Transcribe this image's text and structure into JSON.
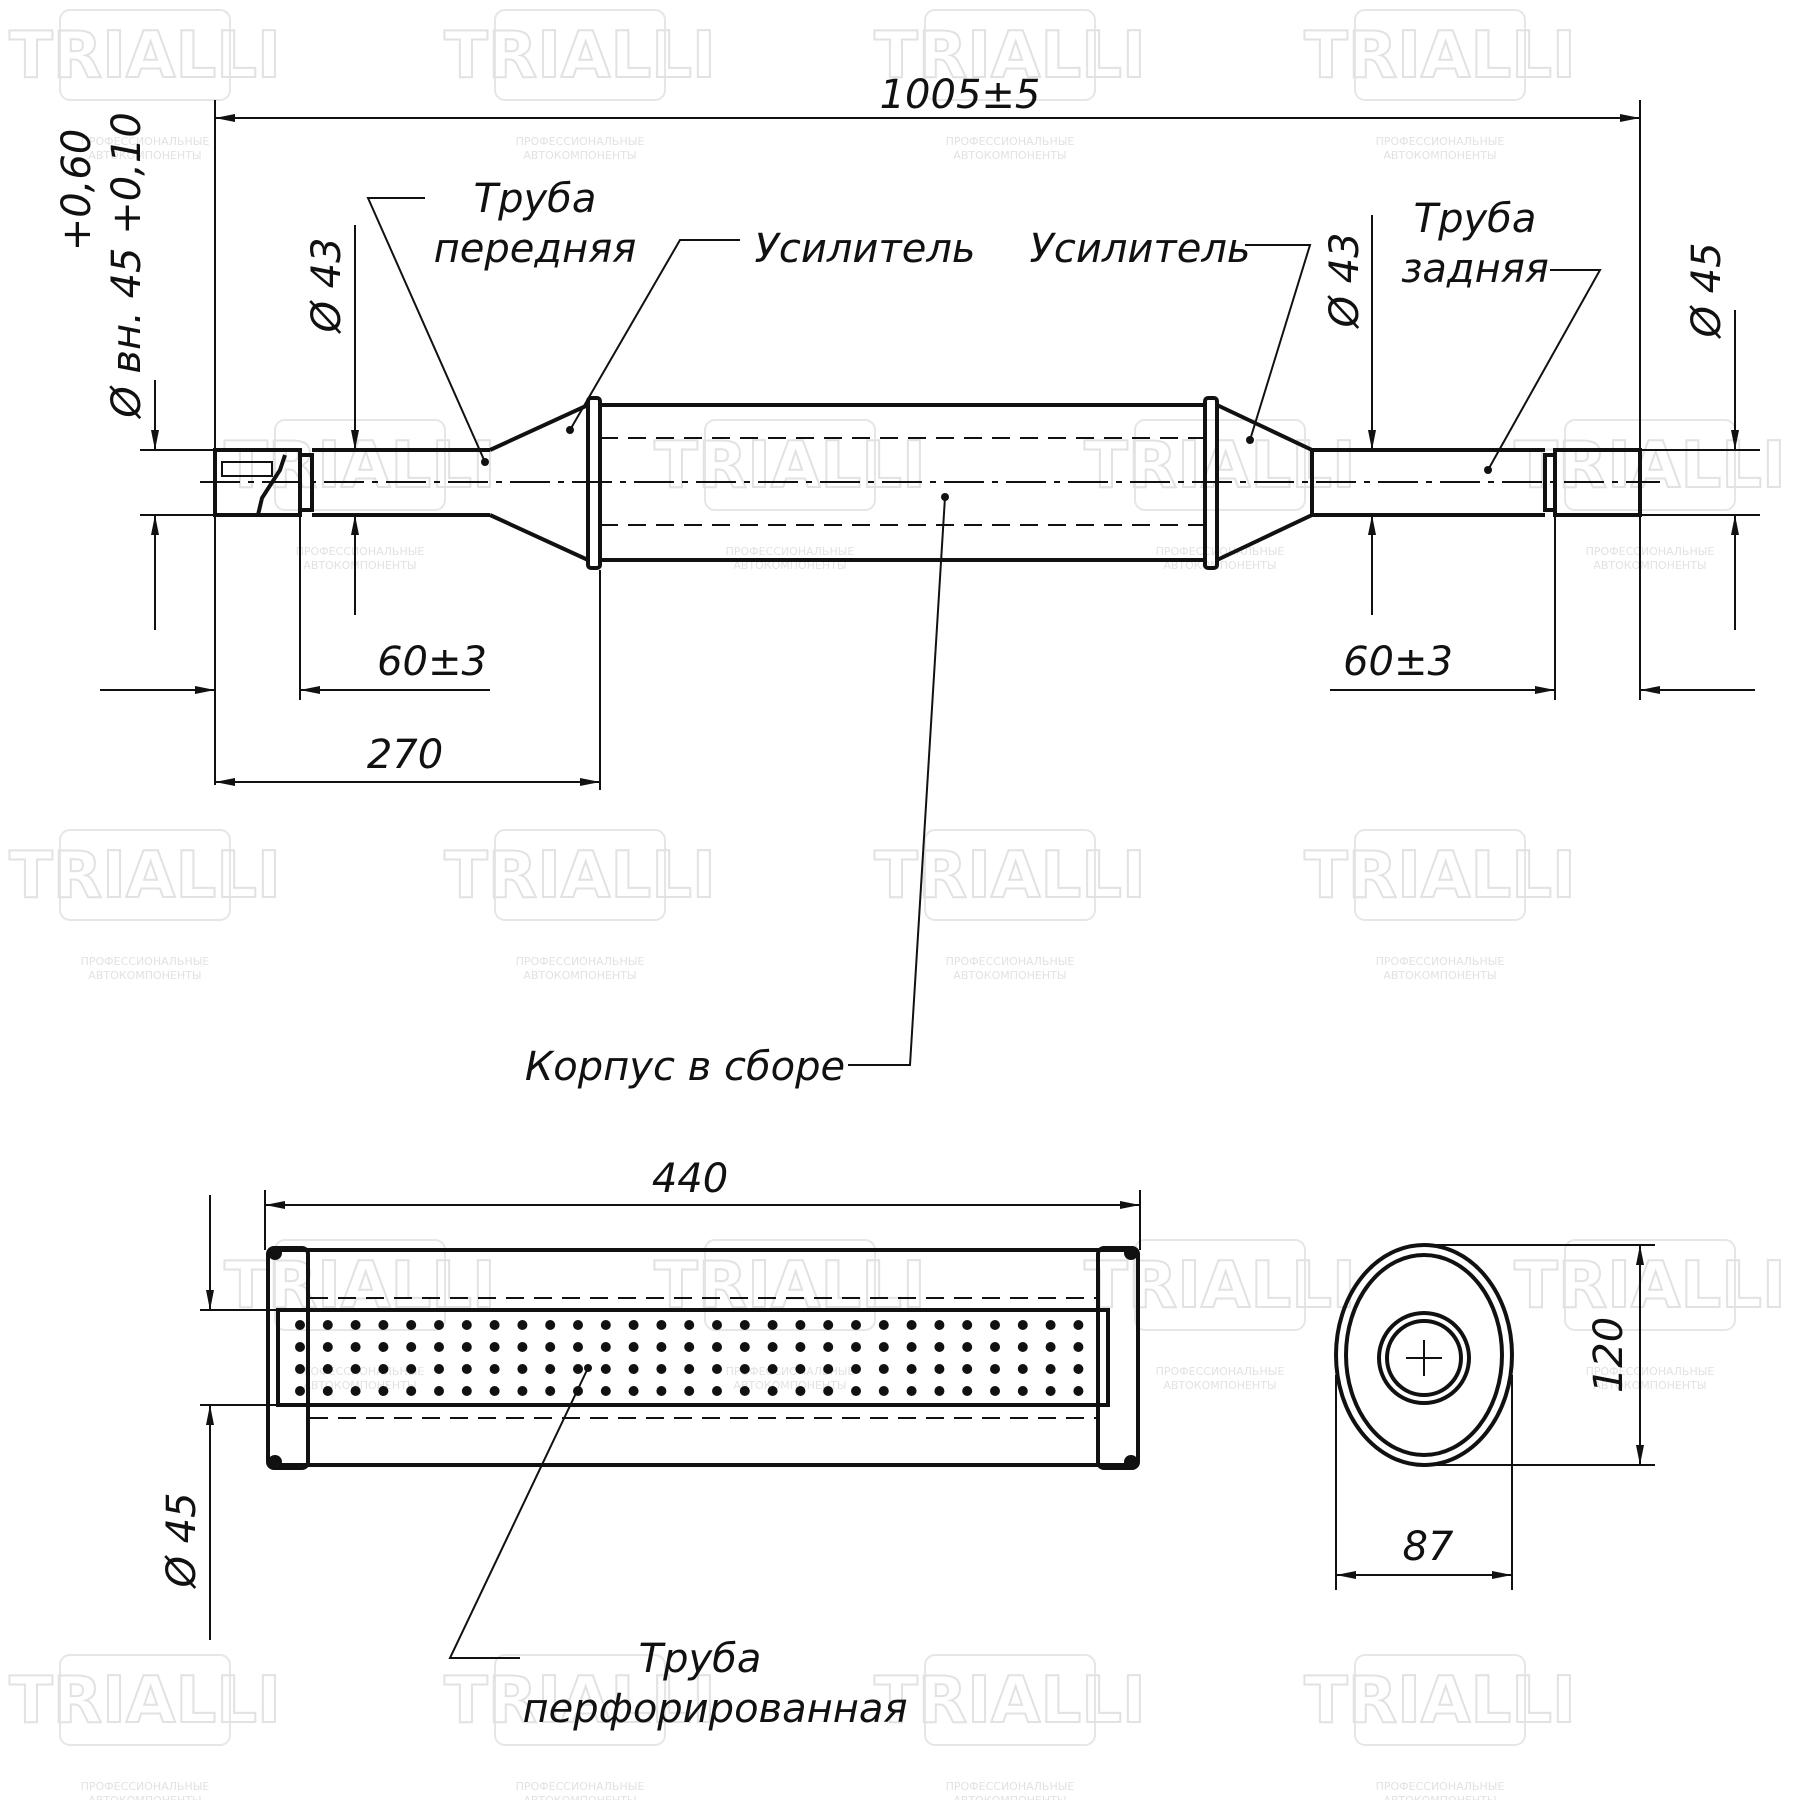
{
  "watermark": {
    "brand": "TRIALLI",
    "tagline_1": "ПРОФЕССИОНАЛЬНЫЕ",
    "tagline_2": "АВТОКОМПОНЕНТЫ"
  },
  "dimensions": {
    "overall_length": "1005±5",
    "front_pipe_offset": "60±3",
    "rear_pipe_offset": "60±3",
    "front_to_body": "270",
    "inner_diameter": "Ø вн. 45 +0,10",
    "inner_diameter_tol_upper": "+0,60",
    "front_pipe_diameter": "Ø 43",
    "rear_pipe_diameter_43": "Ø 43",
    "rear_pipe_diameter_45": "Ø 45",
    "body_length": "440",
    "perforated_diameter": "Ø 45",
    "section_height": "120",
    "section_width": "87"
  },
  "labels": {
    "front_pipe_line1": "Труба",
    "front_pipe_line2": "передняя",
    "reinforcement_left": "Усилитель",
    "reinforcement_right": "Усилитель",
    "rear_pipe_line1": "Труба",
    "rear_pipe_line2": "задняя",
    "body_assembly": "Корпус в сборе",
    "perforated_line1": "Труба",
    "perforated_line2": "перфорированная"
  }
}
